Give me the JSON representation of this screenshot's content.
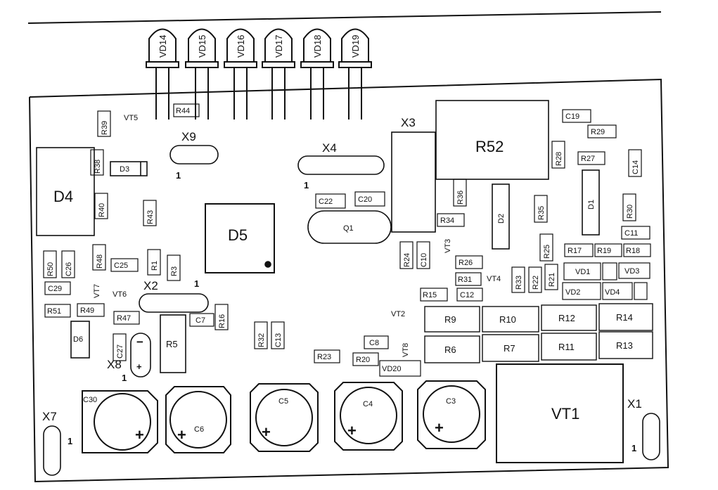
{
  "leds": [
    "VD14",
    "VD15",
    "VD16",
    "VD17",
    "VD18",
    "VD19"
  ],
  "connectors": {
    "x9": "X9",
    "x4": "X4",
    "x3": "X3",
    "x2": "X2",
    "x8": "X8",
    "x7": "X7",
    "x1": "X1",
    "pin1": "1"
  },
  "ics": {
    "d4": "D4",
    "d5": "D5",
    "d3": "D3",
    "d1": "D1",
    "d2": "D2",
    "d6": "D6",
    "q1": "Q1",
    "r52": "R52",
    "vt1": "VT1"
  },
  "resistors_small": {
    "r44": "R44",
    "r39": "R39",
    "r38": "R38",
    "r40": "R40",
    "r43": "R43",
    "r50": "R50",
    "r48": "R48",
    "r51": "R51",
    "r49": "R49",
    "r47": "R47",
    "r1": "R1",
    "r3": "R3",
    "r16": "R16",
    "r32": "R32",
    "r23": "R23",
    "r20": "R20",
    "r24": "R24",
    "r36": "R36",
    "r34": "R34",
    "r26": "R26",
    "r31": "R31",
    "r15": "R15",
    "r33": "R33",
    "r22": "R22",
    "r21": "R21",
    "r25": "R25",
    "r35": "R35",
    "r28": "R28",
    "r27": "R27",
    "r29": "R29",
    "r30": "R30",
    "r17": "R17",
    "r19": "R19",
    "r18": "R18"
  },
  "resistors_big": {
    "r9": "R9",
    "r10": "R10",
    "r12": "R12",
    "r14": "R14",
    "r6": "R6",
    "r7": "R7",
    "r11": "R11",
    "r13": "R13",
    "r5": "R5"
  },
  "capacitors": {
    "c19": "C19",
    "c14": "C14",
    "c11": "C11",
    "c22": "C22",
    "c20": "C20",
    "c10": "C10",
    "c12": "C12",
    "c8": "C8",
    "c13": "C13",
    "c7": "C7",
    "c27": "C27",
    "c25": "C25",
    "c26": "C26",
    "c29": "C29",
    "c30": "C30",
    "c6": "C6",
    "c5": "C5",
    "c4": "C4",
    "c3": "C3"
  },
  "transistors": {
    "vt5": "VT5",
    "vt7": "VT7",
    "vt6": "VT6",
    "vt2": "VT2",
    "vt8": "VT8",
    "vt3": "VT3",
    "vt4": "VT4"
  },
  "diodes": {
    "vd1": "VD1",
    "vd3": "VD3",
    "vd2": "VD2",
    "vd4": "VD4",
    "vd20": "VD20"
  },
  "marks": {
    "plus": "+",
    "minus": "−"
  }
}
